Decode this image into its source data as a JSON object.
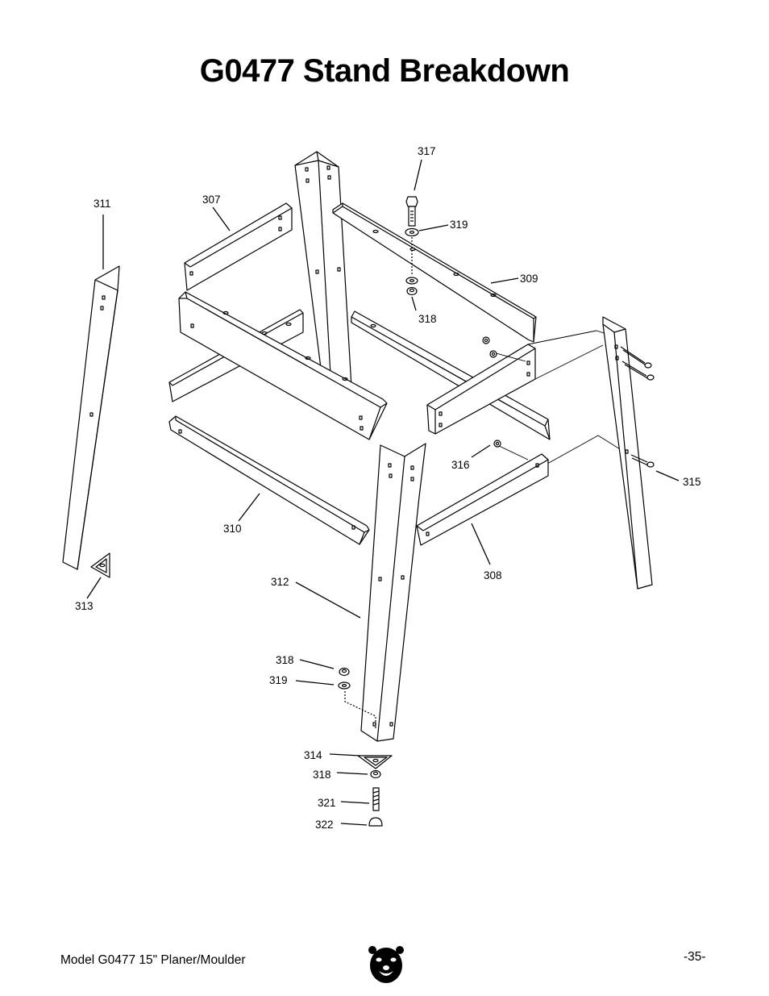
{
  "title": "G0477 Stand Breakdown",
  "footer": {
    "model": "Model G0477 15\" Planer/Moulder",
    "page": "-35-"
  },
  "parts": [
    {
      "id": "p317a",
      "label": "317"
    },
    {
      "id": "p319a",
      "label": "319"
    },
    {
      "id": "p311",
      "label": "311"
    },
    {
      "id": "p307",
      "label": "307"
    },
    {
      "id": "p309",
      "label": "309"
    },
    {
      "id": "p318a",
      "label": "318"
    },
    {
      "id": "p316",
      "label": "316"
    },
    {
      "id": "p315",
      "label": "315"
    },
    {
      "id": "p310",
      "label": "310"
    },
    {
      "id": "p308",
      "label": "308"
    },
    {
      "id": "p312",
      "label": "312"
    },
    {
      "id": "p313",
      "label": "313"
    },
    {
      "id": "p318b",
      "label": "318"
    },
    {
      "id": "p319b",
      "label": "319"
    },
    {
      "id": "p314",
      "label": "314"
    },
    {
      "id": "p318c",
      "label": "318"
    },
    {
      "id": "p321",
      "label": "321"
    },
    {
      "id": "p322",
      "label": "322"
    }
  ]
}
